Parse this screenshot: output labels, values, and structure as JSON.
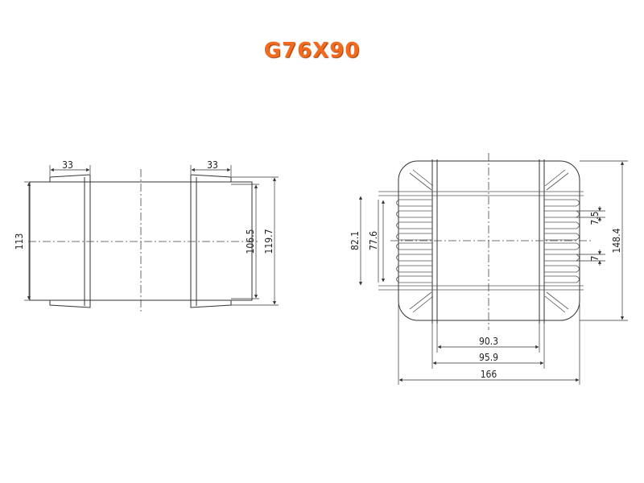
{
  "title": "G76X90",
  "colors": {
    "title": "#f26b1d",
    "lines": "#333333"
  },
  "side_view": {
    "dim_top_left": "33",
    "dim_top_right": "33",
    "dim_height_total": "113",
    "dim_inner_1": "106.5",
    "dim_inner_2": "119.7"
  },
  "front_view": {
    "dim_outer_height": "148.4",
    "dim_left_1": "82.1",
    "dim_left_2": "77.6",
    "dim_pitch_1": "7.5",
    "dim_pitch_2": "7",
    "dim_width_1": "90.3",
    "dim_width_2": "95.9",
    "dim_width_total": "166"
  }
}
